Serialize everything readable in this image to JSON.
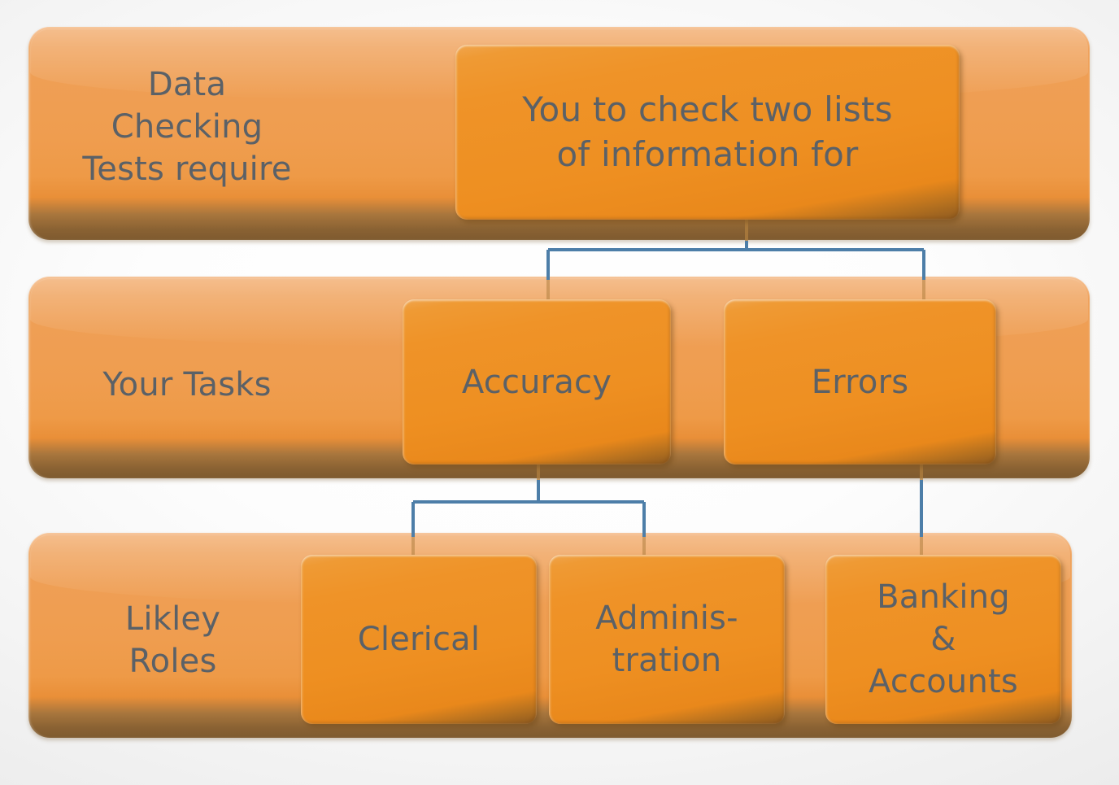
{
  "diagram": {
    "title": "Data Checking Tests requirements flow",
    "type": "hierarchy",
    "background_color": "#f4f4f4",
    "band_color": "#ef9d4f",
    "node_color": "#ef9328",
    "text_color": "#5b6167",
    "connector_color": "#4d7ea8"
  },
  "rows": [
    {
      "id": "row-requirements",
      "label": "Data\nChecking\nTests require",
      "nodes": [
        {
          "id": "root",
          "label": "You to check two lists\nof information for"
        }
      ]
    },
    {
      "id": "row-tasks",
      "label": "Your Tasks",
      "nodes": [
        {
          "id": "accuracy",
          "label": "Accuracy"
        },
        {
          "id": "errors",
          "label": "Errors"
        }
      ]
    },
    {
      "id": "row-roles",
      "label": "Likley\nRoles",
      "nodes": [
        {
          "id": "clerical",
          "label": "Clerical"
        },
        {
          "id": "admin",
          "label": "Adminis-\ntration"
        },
        {
          "id": "banking",
          "label": "Banking\n&\nAccounts"
        }
      ]
    }
  ],
  "connections": [
    {
      "from": "root",
      "to": "accuracy"
    },
    {
      "from": "root",
      "to": "errors"
    },
    {
      "from": "accuracy",
      "to": "clerical"
    },
    {
      "from": "accuracy",
      "to": "admin"
    },
    {
      "from": "errors",
      "to": "banking"
    }
  ]
}
